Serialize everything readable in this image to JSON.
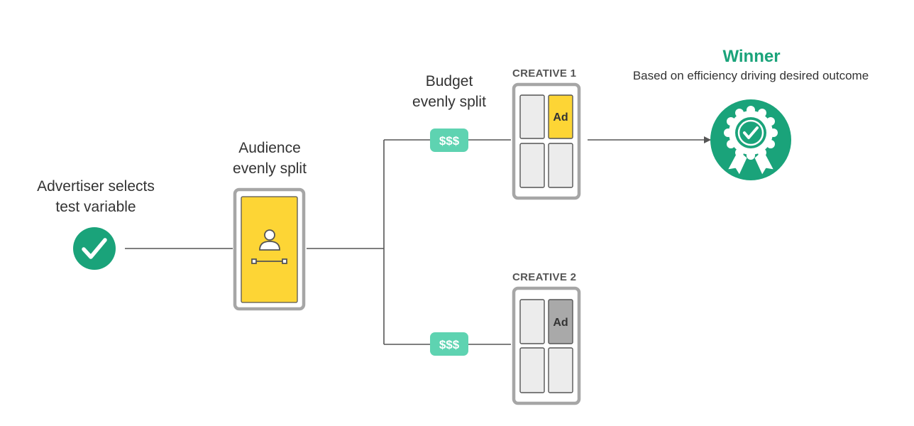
{
  "steps": {
    "advertiser": {
      "line1": "Advertiser selects",
      "line2": "test variable"
    },
    "audience": {
      "line1": "Audience",
      "line2": "evenly split"
    },
    "budget": {
      "line1": "Budget",
      "line2": "evenly split"
    }
  },
  "budget_tag": "$$$",
  "creatives": [
    {
      "label": "CREATIVE 1",
      "ad_label": "Ad"
    },
    {
      "label": "CREATIVE 2",
      "ad_label": "Ad"
    }
  ],
  "winner": {
    "title": "Winner",
    "subtitle": "Based on efficiency driving desired outcome"
  },
  "colors": {
    "green": "#1aa37a",
    "mint": "#5ed3b1",
    "yellow": "#fdd535",
    "phone_frame": "#a6a6a6",
    "line": "#555555",
    "ad_grey": "#a9a9a9"
  },
  "icons": {
    "advertiser": "check-circle-icon",
    "audience": "person-split-icon",
    "winner": "award-ribbon-icon"
  }
}
